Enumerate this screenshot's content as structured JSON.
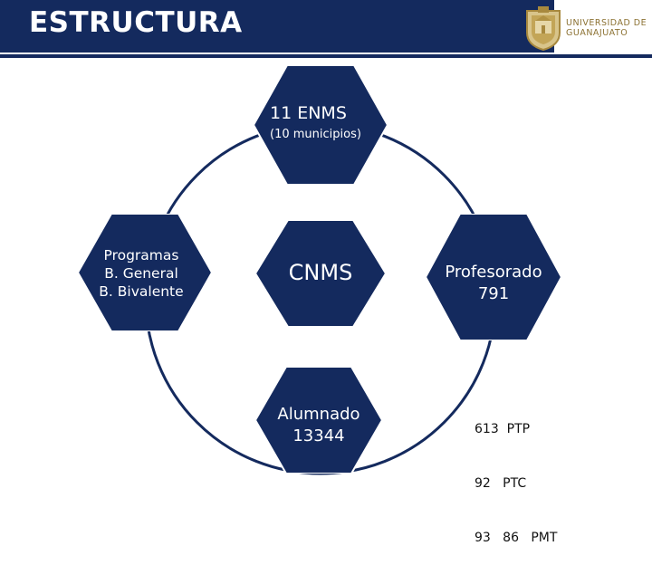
{
  "header": {
    "title": "ESTRUCTURA"
  },
  "logo": {
    "line1": "UNIVERSIDAD DE",
    "line2": "GUANAJUATO"
  },
  "colors": {
    "navy": "#142a5e",
    "gold": "#a8893e",
    "circle": "#142a5e"
  },
  "nodes": {
    "top": {
      "title": "11 ENMS",
      "subtitle": "(10 municipios)"
    },
    "left": {
      "line1": "Programas",
      "line2": "B. General",
      "line3": "B. Bivalente"
    },
    "center": {
      "label": "CNMS"
    },
    "right": {
      "line1": "Profesorado",
      "line2": "791"
    },
    "bottom": {
      "line1": "Alumnado",
      "line2": "13344"
    }
  },
  "staff_breakdown": {
    "line1": "613  PTP",
    "line2": "92   PTC",
    "line3": "93   86   PMT"
  }
}
